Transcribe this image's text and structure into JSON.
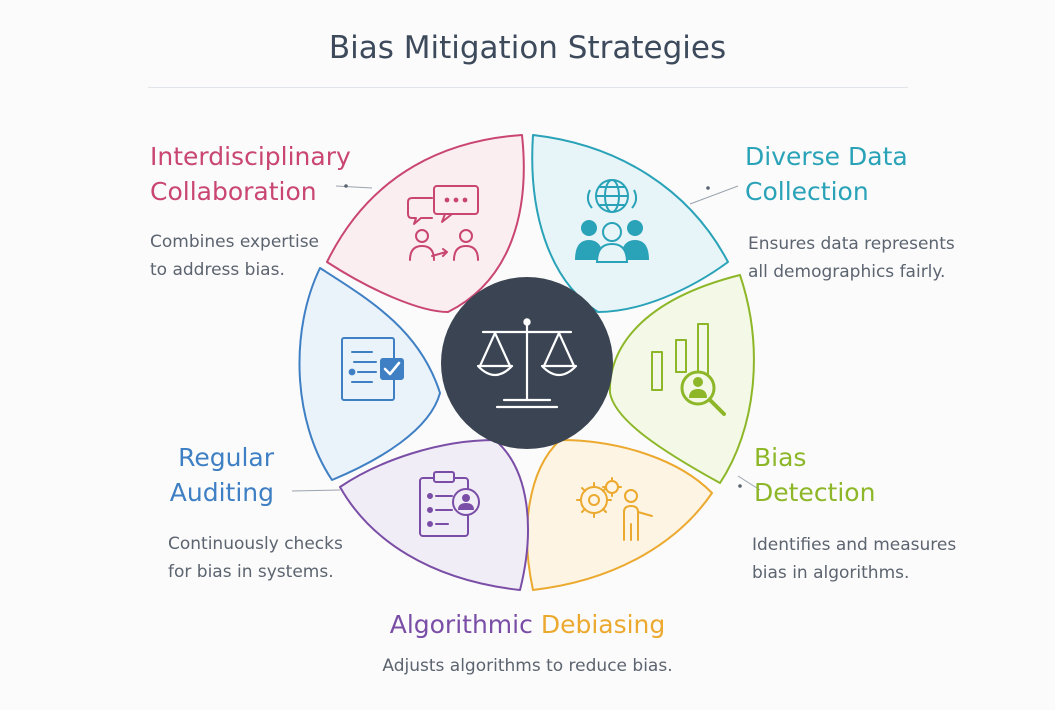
{
  "title": "Bias Mitigation Strategies",
  "center": {
    "icon": "scales-of-justice-icon",
    "color": "#3a4452"
  },
  "strategies": [
    {
      "id": "interdisciplinary-collaboration",
      "title_line1": "Interdisciplinary",
      "title_line2": "Collaboration",
      "desc_line1": "Combines expertise",
      "desc_line2": "to address bias.",
      "icon": "chat-people-icon",
      "color": "#c94672",
      "fill": "#fbeef1"
    },
    {
      "id": "diverse-data-collection",
      "title_line1": "Diverse Data",
      "title_line2": "Collection",
      "desc_line1": "Ensures data represents",
      "desc_line2": "all demographics fairly.",
      "icon": "globe-people-icon",
      "color": "#2aa2b8",
      "fill": "#e8f5f8"
    },
    {
      "id": "bias-detection",
      "title_line1": "Bias",
      "title_line2": "Detection",
      "desc_line1": "Identifies and measures",
      "desc_line2": "bias in algorithms.",
      "icon": "chart-magnifier-icon",
      "color": "#8db728",
      "fill": "#f3f9e6"
    },
    {
      "id": "algorithmic-debiasing",
      "title_part1": "Algorithmic",
      "title_part2": "Debiasing",
      "desc": "Adjusts algorithms to reduce bias.",
      "icon_left": "clipboard-person-icon",
      "icon_right": "gear-person-icon",
      "color_left": "#7a4ea6",
      "color_right": "#eca92f",
      "fill_left": "#f1edf7",
      "fill_right": "#fdf4e3"
    },
    {
      "id": "regular-auditing",
      "title_line1": "Regular",
      "title_line2": "Auditing",
      "desc_line1": "Continuously checks",
      "desc_line2": "for bias in systems.",
      "icon": "checklist-document-icon",
      "color": "#3f7fc4",
      "fill": "#eaf2fa"
    }
  ]
}
